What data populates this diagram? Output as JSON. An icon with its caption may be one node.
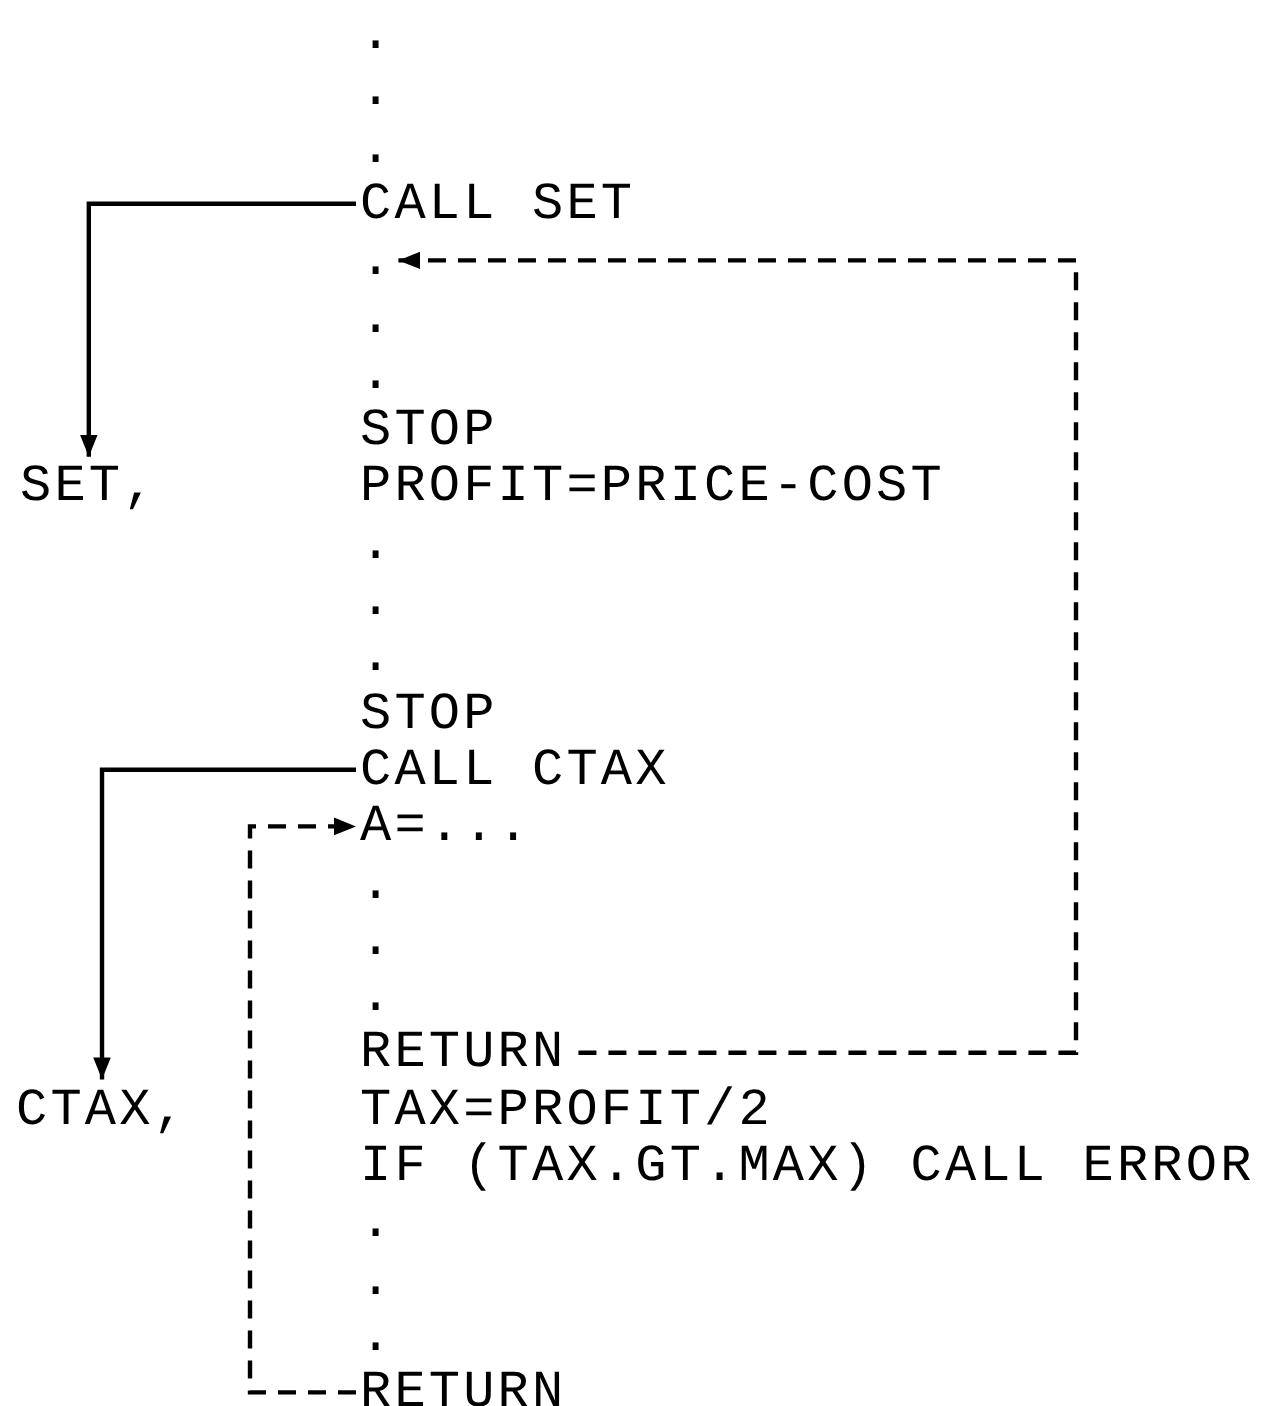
{
  "diagram": {
    "nodes": [
      {
        "text": [
          "CALL SET"
        ]
      },
      {
        "text": [
          "."
        ]
      },
      {
        "text": [
          "SET,"
        ]
      },
      {
        "text": [
          "STOP"
        ]
      },
      {
        "text": [
          "PROFIT=PRICE-COST"
        ]
      },
      {
        "text": [
          "STOP"
        ]
      },
      {
        "text": [
          "CALL CTAX"
        ]
      },
      {
        "text": [
          "A=..."
        ]
      },
      {
        "text": [
          "CTAX,"
        ]
      },
      {
        "text": [
          "RETURN"
        ]
      },
      {
        "text": [
          "TAX=PROFIT/2"
        ]
      },
      {
        "text": [
          "IF (TAX.GT.MAX) CALL ERROR"
        ]
      },
      {
        "text": [
          "RETURN"
        ]
      }
    ],
    "edges": [
      {
        "from": 0,
        "to": 2,
        "arrow": "to"
      },
      {
        "from": 9,
        "to": 1,
        "arrow": "to",
        "style": "dashed"
      },
      {
        "from": 6,
        "to": 8,
        "arrow": "to"
      },
      {
        "from": 12,
        "to": 7,
        "arrow": "to",
        "style": "dashed"
      }
    ],
    "labels": [
      ".",
      ".",
      ".",
      ".",
      ".",
      ".",
      ".",
      ".",
      ".",
      ".",
      ".",
      ".",
      ".",
      "."
    ]
  }
}
